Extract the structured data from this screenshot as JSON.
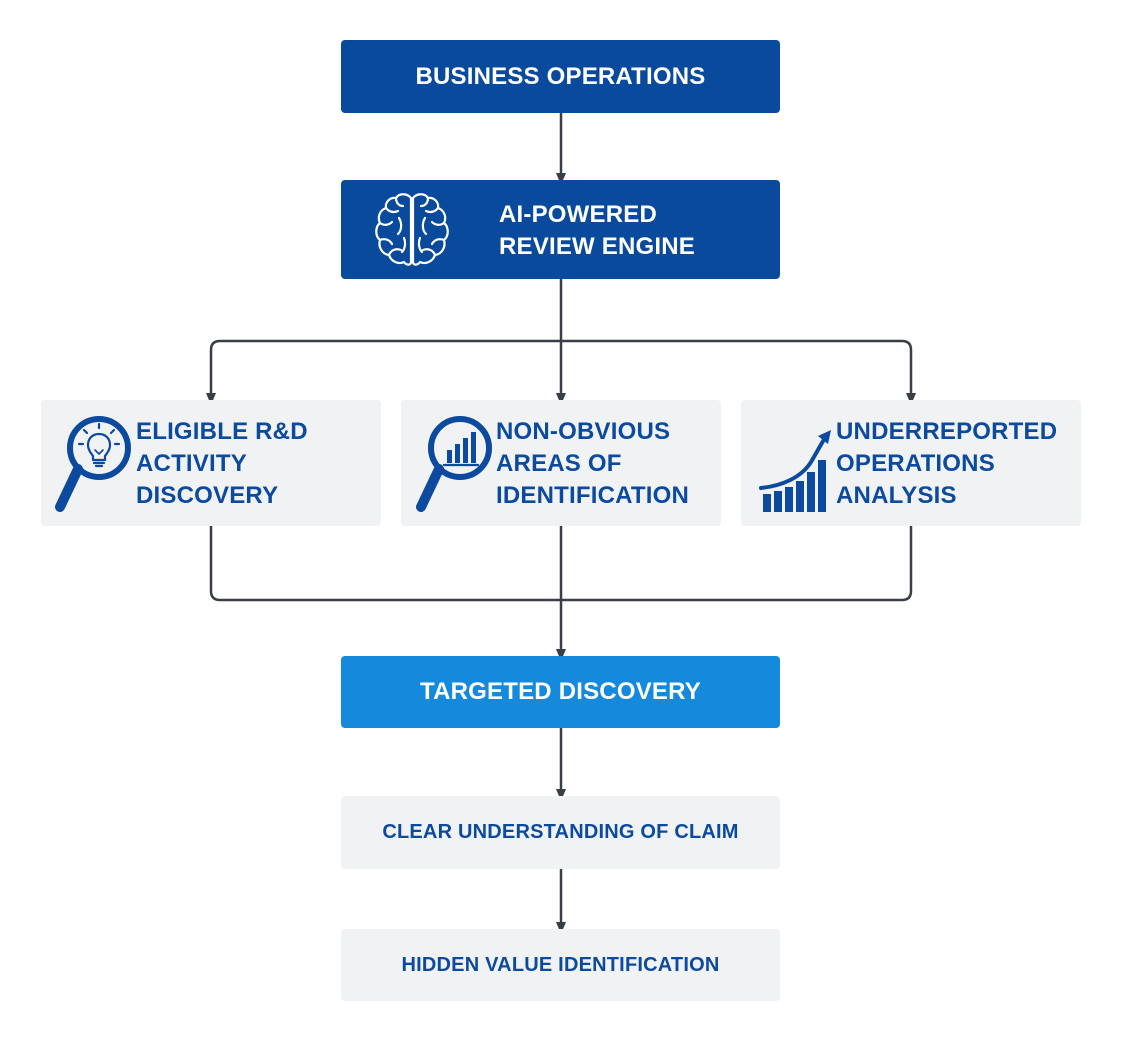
{
  "colors": {
    "dark_blue": "#0a4a9c",
    "light_blue": "#1589dc",
    "gray_box": "#f1f2f4",
    "text_blue": "#0b4a9e",
    "connector": "#3a3f47"
  },
  "nodes": {
    "business_operations": "BUSINESS OPERATIONS",
    "ai_engine": {
      "icon": "brain-icon",
      "line1": "AI-POWERED",
      "line2": "REVIEW ENGINE"
    },
    "branches": [
      {
        "icon": "magnifier-lightbulb-icon",
        "line1": "ELIGIBLE R&D",
        "line2": "ACTIVITY",
        "line3": "DISCOVERY"
      },
      {
        "icon": "magnifier-bar-chart-icon",
        "line1": "NON-OBVIOUS",
        "line2": "AREAS OF",
        "line3": "IDENTIFICATION"
      },
      {
        "icon": "growth-chart-icon",
        "line1": "UNDERREPORTED",
        "line2": "OPERATIONS",
        "line3": "ANALYSIS"
      }
    ],
    "targeted_discovery": "TARGETED DISCOVERY",
    "clear_understanding": "CLEAR UNDERSTANDING OF CLAIM",
    "hidden_value": "HIDDEN VALUE IDENTIFICATION"
  }
}
